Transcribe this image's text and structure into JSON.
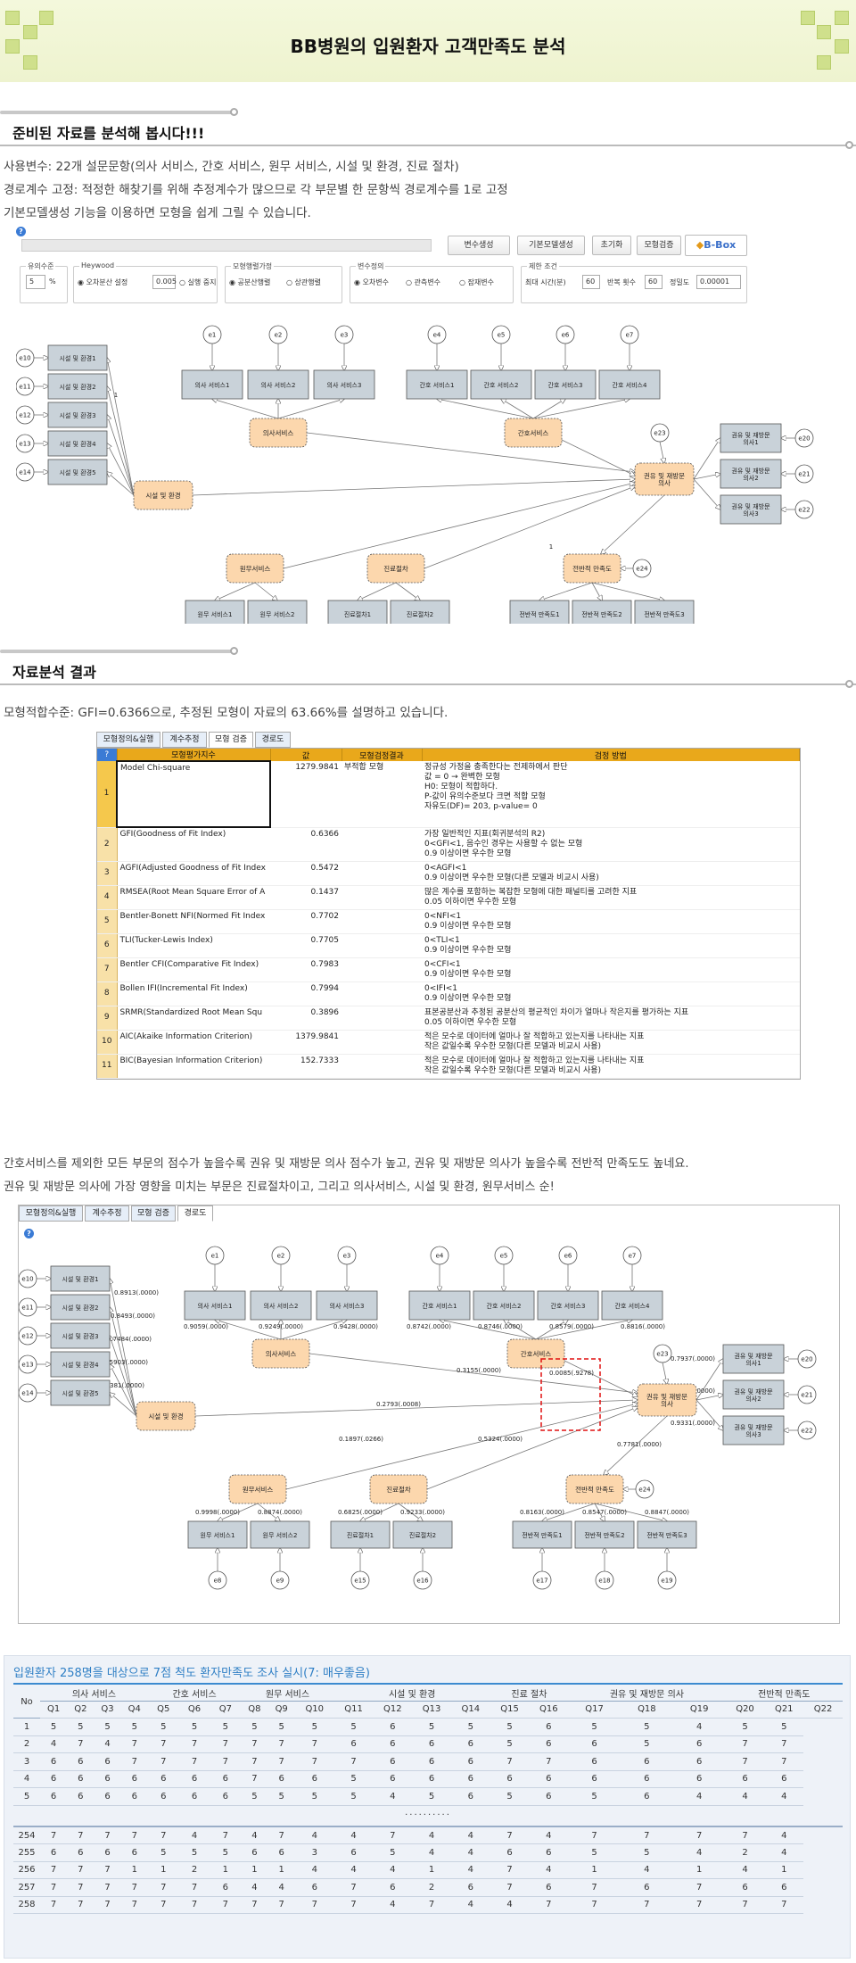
{
  "page_title": "BB병원의 입원환자 고객만족도 분석",
  "section1": {
    "heading": "준비된 자료를 분석해 봅시다!!!",
    "lines": [
      "사용변수: 22개 설문문항(의사 서비스, 간호 서비스, 원무 서비스, 시설 및 환경, 진료 절차)",
      "경로계수 고정: 적정한 해찾기를 위해 추정계수가 많으므로 각 부문별 한 문항씩 경로계수를 1로 고정",
      "기본모델생성 기능을 이용하면 모형을 쉽게 그릴 수 있습니다."
    ]
  },
  "toolbar": {
    "buttons": [
      "변수생성",
      "기본모델생성",
      "초기화",
      "모형검증"
    ],
    "bbox": "B-Box",
    "sig_label": "유의수준",
    "sig_value": "5",
    "sig_unit": "%",
    "heywood_label": "Heywood",
    "heywood_opt1": "오차분산 설정",
    "heywood_value": "0.005",
    "heywood_opt2": "실행 중지",
    "assume_label": "모형행렬가정",
    "assume_opt1": "공분산행렬",
    "assume_opt2": "상관행렬",
    "vardef_label": "변수정의",
    "vardef_opt1": "오차변수",
    "vardef_opt2": "관측변수",
    "vardef_opt3": "잠재변수",
    "limit_label": "제한 조건",
    "maxtime_label": "최대 시간(분)",
    "maxtime_value": "60",
    "iter_label": "반복 횟수",
    "iter_value": "60",
    "precision_label": "정밀도",
    "precision_value": "0.00001"
  },
  "model": {
    "latents": {
      "doctor": "의사서비스",
      "nurse": "간호서비스",
      "facility": "시설 및 환경",
      "admin": "원무서비스",
      "procedure": "진료절차",
      "revisit": "권유 및 재방문 의사",
      "overall": "전반적 만족도"
    },
    "doctor_items": [
      "의사 서비스1",
      "의사 서비스2",
      "의사 서비스3"
    ],
    "nurse_items": [
      "간호 서비스1",
      "간호 서비스2",
      "간호 서비스3",
      "간호 서비스4"
    ],
    "facility_items": [
      "시설 및 환경1",
      "시설 및 환경2",
      "시설 및 환경3",
      "시설 및 환경4",
      "시설 및 환경5"
    ],
    "admin_items": [
      "원무 서비스1",
      "원무 서비스2"
    ],
    "procedure_items": [
      "진료절차1",
      "진료절차2"
    ],
    "revisit_items": [
      "권유 및 재방문 의사1",
      "권유 및 재방문 의사2",
      "권유 및 재방문 의사3"
    ],
    "overall_items": [
      "전반적 만족도1",
      "전반적 만족도2",
      "전반적 만족도3"
    ],
    "errors": [
      "e1",
      "e2",
      "e3",
      "e4",
      "e5",
      "e6",
      "e7",
      "e8",
      "e9",
      "e10",
      "e11",
      "e12",
      "e13",
      "e14",
      "e15",
      "e16",
      "e17",
      "e18",
      "e19",
      "e20",
      "e21",
      "e22",
      "e23",
      "e24"
    ],
    "fixed_label": "1"
  },
  "section2": {
    "heading": "자료분석 결과",
    "fit_line": "모형적합수준: GFI=0.6366으로, 추정된 모형이 자료의 63.66%를 설명하고 있습니다."
  },
  "result_tabs": [
    "모형정의&실행",
    "계수추정",
    "모형 검증",
    "경로도"
  ],
  "fit_table": {
    "headers": [
      "모형평가지수",
      "값",
      "모형검정결과",
      "검정 방법"
    ],
    "rows": [
      {
        "no": "1",
        "index": "Model Chi-square",
        "value": "1279.9841",
        "result": "부적합 모형",
        "method": "정규성 가정을 충족한다는 전제하에서 판단\n값 = 0 → 완벽한 모형\nH0: 모형이 적합하다.\nP-값이 유의수준보다 크면 적합 모형\n자유도(DF)= 203, p-value= 0"
      },
      {
        "no": "2",
        "index": "GFI(Goodness of Fit Index)",
        "value": "0.6366",
        "result": "",
        "method": "가장 일반적인 지표(회귀분석의 R2)\n0<GFI<1, 음수인 경우는 사용할 수 없는 모형\n0.9 이상이면 우수한 모형"
      },
      {
        "no": "3",
        "index": "AGFI(Adjusted Goodness of Fit Index",
        "value": "0.5472",
        "result": "",
        "method": "0<AGFI<1\n0.9 이상이면 우수한 모형(다른 모델과 비교시 사용)"
      },
      {
        "no": "4",
        "index": "RMSEA(Root Mean Square Error of A",
        "value": "0.1437",
        "result": "",
        "method": "많은 계수를 포함하는 복잡한 모형에 대한 패널티를 고려한 지표\n0.05 이하이면 우수한 모형"
      },
      {
        "no": "5",
        "index": "Bentler-Bonett NFI(Normed Fit Index",
        "value": "0.7702",
        "result": "",
        "method": "0<NFI<1\n0.9 이상이면 우수한 모형"
      },
      {
        "no": "6",
        "index": "TLI(Tucker-Lewis Index)",
        "value": "0.7705",
        "result": "",
        "method": "0<TLI<1\n0.9 이상이면 우수한 모형"
      },
      {
        "no": "7",
        "index": "Bentler CFI(Comparative Fit Index)",
        "value": "0.7983",
        "result": "",
        "method": "0<CFI<1\n0.9 이상이면 우수한 모형"
      },
      {
        "no": "8",
        "index": "Bollen IFI(Incremental Fit Index)",
        "value": "0.7994",
        "result": "",
        "method": "0<IFI<1\n0.9 이상이면 우수한 모형"
      },
      {
        "no": "9",
        "index": "SRMR(Standardized Root Mean Squ",
        "value": "0.3896",
        "result": "",
        "method": "표본공분산과 추정된 공분산의 평균적인 차이가 얼마나 작은지를 평가하는 지표\n0.05 이하이면 우수한 모형"
      },
      {
        "no": "10",
        "index": "AIC(Akaike Information Criterion)",
        "value": "1379.9841",
        "result": "",
        "method": "적은 모수로 데이터에 얼마나 잘 적합하고 있는지를 나타내는 지표\n작은 값일수록 우수한 모형(다른 모델과 비교시 사용)"
      },
      {
        "no": "11",
        "index": "BIC(Bayesian Information Criterion)",
        "value": "152.7333",
        "result": "",
        "method": "적은 모수로 데이터에 얼마나 잘 적합하고 있는지를 나타내는 지표\n작은 값일수록 우수한 모형(다른 모델과 비교시 사용)"
      }
    ]
  },
  "section3": {
    "lines": [
      "간호서비스를 제외한 모든 부문의 점수가 높을수록 권유 및 재방문 의사 점수가 높고, 권유 및 재방문 의사가 높을수록 전반적 만족도도 높네요.",
      "권유 및 재방문 의사에 가장 영향을 미치는 부문은 진료절차이고, 그리고 의사서비스, 시설 및 환경, 원무서비스 순!"
    ]
  },
  "path_coefs": {
    "doctor_loadings": [
      "0.9059(.0000)",
      "0.9249(.0000)",
      "0.9428(.0000)"
    ],
    "nurse_loadings": [
      "0.8742(.0000)",
      "0.8746(.0000)",
      "0.8579(.0000)",
      "0.8816(.0000)"
    ],
    "facility_loadings": [
      "0.8913(.0000)",
      "0.8493(.0000)",
      "0.7484(.0000)",
      "0.5903(.0000)",
      "0.6381(.0000)"
    ],
    "admin_loadings": [
      "0.9998(.0000)",
      "0.8874(.0000)"
    ],
    "procedure_loadings": [
      "0.6825(.0000)",
      "0.9233(.0000)"
    ],
    "overall_loadings": [
      "0.8163(.0000)",
      "0.8547(.0000)",
      "0.8847(.0000)"
    ],
    "revisit_loadings": [
      "0.7937(.0000)",
      "0.8586(.0000)",
      "0.9331(.0000)"
    ],
    "doctor_to_revisit": "0.3155(.0000)",
    "nurse_to_revisit": "0.0085(.9278)",
    "facility_to_revisit": "0.2793(.0008)",
    "admin_to_revisit": "0.1897(.0266)",
    "procedure_to_revisit": "0.5324(.0000)",
    "revisit_to_overall": "0.7781(.0000)"
  },
  "survey": {
    "caption": "입원환자 258명을 대상으로 7점 척도 환자만족도 조사 실시(7: 매우좋음)",
    "no_label": "No",
    "groups": [
      {
        "label": "의사 서비스",
        "span": 4
      },
      {
        "label": "간호 서비스",
        "span": 3
      },
      {
        "label": "원무 서비스",
        "span": 3
      },
      {
        "label": "시설 및 환경",
        "span": 4
      },
      {
        "label": "진료 절차",
        "span": 2
      },
      {
        "label": "권유 및 재방문 의사",
        "span": 3
      },
      {
        "label": "전반적 만족도",
        "span": 3
      }
    ],
    "columns": [
      "Q1",
      "Q2",
      "Q3",
      "Q4",
      "Q5",
      "Q6",
      "Q7",
      "Q8",
      "Q9",
      "Q10",
      "Q11",
      "Q12",
      "Q13",
      "Q14",
      "Q15",
      "Q16",
      "Q17",
      "Q18",
      "Q19",
      "Q20",
      "Q21",
      "Q22"
    ],
    "rows_top": [
      [
        "1",
        "5",
        "5",
        "5",
        "5",
        "5",
        "5",
        "5",
        "5",
        "5",
        "5",
        "5",
        "6",
        "5",
        "5",
        "5",
        "6",
        "5",
        "5",
        "4",
        "5",
        "5"
      ],
      [
        "2",
        "4",
        "7",
        "4",
        "7",
        "7",
        "7",
        "7",
        "7",
        "7",
        "7",
        "6",
        "6",
        "6",
        "6",
        "5",
        "6",
        "6",
        "5",
        "6",
        "7",
        "7"
      ],
      [
        "3",
        "6",
        "6",
        "6",
        "7",
        "7",
        "7",
        "7",
        "7",
        "7",
        "7",
        "7",
        "6",
        "6",
        "6",
        "7",
        "7",
        "6",
        "6",
        "6",
        "7",
        "7"
      ],
      [
        "4",
        "6",
        "6",
        "6",
        "6",
        "6",
        "6",
        "6",
        "7",
        "6",
        "6",
        "5",
        "6",
        "6",
        "6",
        "6",
        "6",
        "6",
        "6",
        "6",
        "6",
        "6"
      ],
      [
        "5",
        "6",
        "6",
        "6",
        "6",
        "6",
        "6",
        "6",
        "5",
        "5",
        "5",
        "5",
        "4",
        "5",
        "6",
        "5",
        "6",
        "5",
        "6",
        "4",
        "4",
        "4"
      ]
    ],
    "ellipsis": "··········",
    "rows_bottom": [
      [
        "254",
        "7",
        "7",
        "7",
        "7",
        "7",
        "4",
        "7",
        "4",
        "7",
        "4",
        "4",
        "7",
        "4",
        "4",
        "7",
        "4",
        "7",
        "7",
        "7",
        "7",
        "4"
      ],
      [
        "255",
        "6",
        "6",
        "6",
        "6",
        "5",
        "5",
        "5",
        "6",
        "6",
        "3",
        "6",
        "5",
        "4",
        "4",
        "6",
        "6",
        "5",
        "5",
        "4",
        "2",
        "4"
      ],
      [
        "256",
        "7",
        "7",
        "7",
        "1",
        "1",
        "2",
        "1",
        "1",
        "1",
        "4",
        "4",
        "4",
        "1",
        "4",
        "7",
        "4",
        "1",
        "4",
        "1",
        "4",
        "1"
      ],
      [
        "257",
        "7",
        "7",
        "7",
        "7",
        "7",
        "7",
        "6",
        "4",
        "4",
        "6",
        "7",
        "6",
        "2",
        "6",
        "7",
        "6",
        "7",
        "6",
        "7",
        "6",
        "6"
      ],
      [
        "258",
        "7",
        "7",
        "7",
        "7",
        "7",
        "7",
        "7",
        "7",
        "7",
        "7",
        "7",
        "4",
        "7",
        "4",
        "4",
        "7",
        "7",
        "7",
        "7",
        "7",
        "7"
      ]
    ]
  }
}
